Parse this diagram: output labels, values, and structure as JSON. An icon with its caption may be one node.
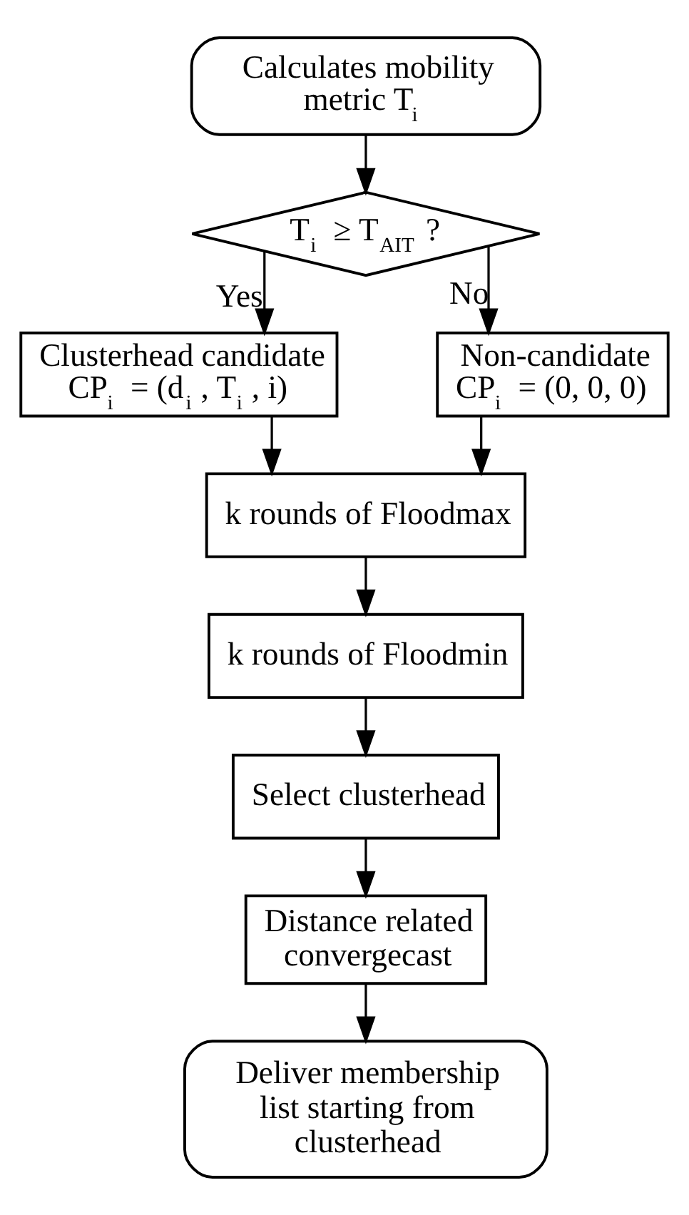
{
  "diagram": {
    "nodes": [
      {
        "text": [
          "Calculates mobility metric T$_{i}$"
        ]
      },
      {
        "text": [
          "T$_{i}$ ≥ T$_{AIT}$ ?"
        ]
      },
      {
        "text": [
          "Clusterhead candidate",
          "CP$_{i}$ = (d$_{i}$, T$_{i}$, i)"
        ]
      },
      {
        "text": [
          "Non-candidate",
          "CP$_{i}$ = (0, 0, 0)"
        ]
      },
      {
        "text": [
          "k rounds of Floodmax"
        ]
      },
      {
        "text": [
          "k rounds of Floodmin"
        ]
      },
      {
        "text": [
          "Select clusterhead"
        ]
      },
      {
        "text": [
          "Distance related convergecast"
        ]
      },
      {
        "text": [
          "Deliver membership list starting from clusterhead"
        ]
      }
    ],
    "edges": [
      {
        "from": 0,
        "to": 1,
        "arrow": "to"
      },
      {
        "from": 1,
        "to": 2,
        "arrow": "to",
        "label": "Yes"
      },
      {
        "from": 1,
        "to": 3,
        "arrow": "to",
        "label": "No"
      },
      {
        "from": 2,
        "to": 4,
        "arrow": "to"
      },
      {
        "from": 3,
        "to": 4,
        "arrow": "to"
      },
      {
        "from": 4,
        "to": 5,
        "arrow": "to"
      },
      {
        "from": 5,
        "to": 6,
        "arrow": "to"
      },
      {
        "from": 6,
        "to": 7,
        "arrow": "to"
      },
      {
        "from": 7,
        "to": 8,
        "arrow": "to"
      }
    ]
  }
}
